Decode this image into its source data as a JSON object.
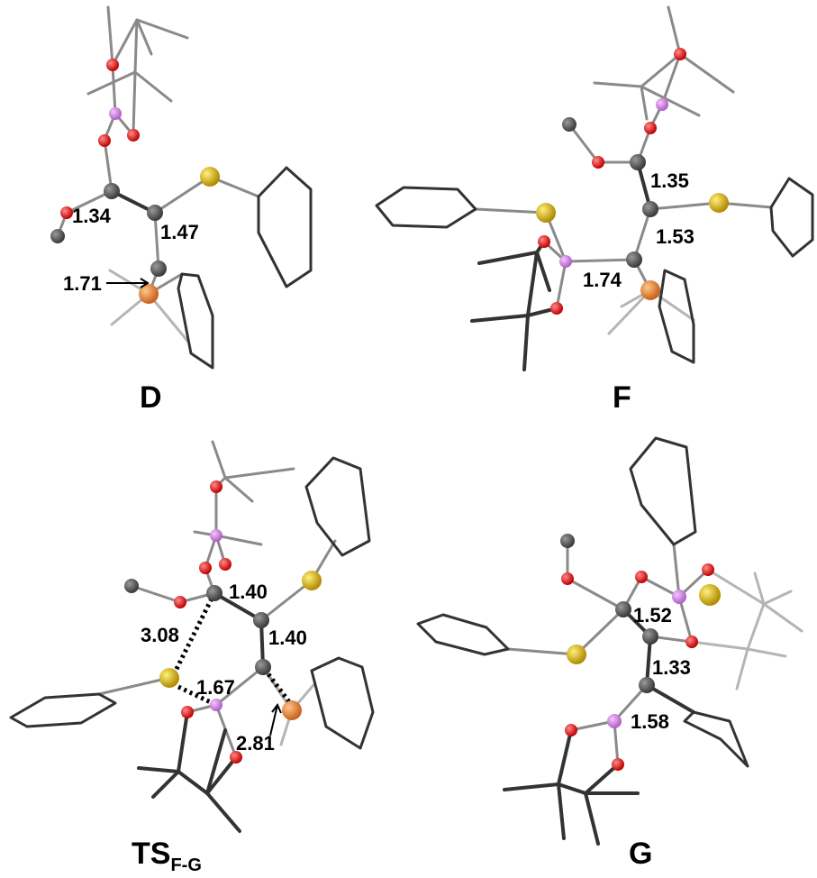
{
  "panels": [
    {
      "id": "D",
      "label": "D",
      "bond_lengths": [
        "1.34",
        "1.47",
        "1.71"
      ]
    },
    {
      "id": "F",
      "label": "F",
      "bond_lengths": [
        "1.35",
        "1.53",
        "1.74"
      ]
    },
    {
      "id": "TS",
      "label": "TS",
      "label_subscript": "F-G",
      "bond_lengths": [
        "1.40",
        "1.40",
        "3.08",
        "1.67",
        "2.81"
      ]
    },
    {
      "id": "G",
      "label": "G",
      "bond_lengths": [
        "1.52",
        "1.33",
        "1.58"
      ]
    }
  ],
  "atom_colors": {
    "carbon": "#555555",
    "oxygen": "#e01414",
    "boron": "#d67ee8",
    "sulfur": "#d4b020",
    "phosphorus": "#e88a3a"
  }
}
